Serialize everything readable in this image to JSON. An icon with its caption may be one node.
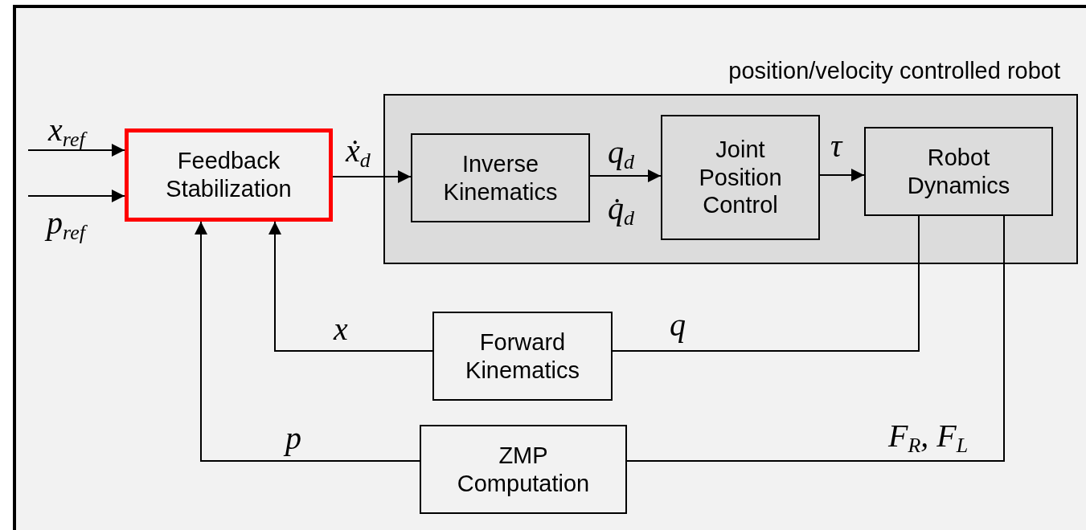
{
  "diagram": {
    "nodes": [
      {
        "text": [
          "position/velocity controlled robot"
        ]
      },
      {
        "text": [
          "Feedback Stabilization"
        ]
      },
      {
        "text": [
          "Inverse Kinematics"
        ],
        "in": 0
      },
      {
        "text": [
          "Joint Position Control"
        ],
        "in": 0
      },
      {
        "text": [
          "Robot Dynamics"
        ],
        "in": 0
      },
      {
        "text": [
          "Forward Kinematics"
        ]
      },
      {
        "text": [
          "ZMP Computation"
        ]
      }
    ],
    "edges": [
      {
        "from": null,
        "to": 1,
        "arrow": "to",
        "label": "x$_{ref}$"
      },
      {
        "from": null,
        "to": 1,
        "arrow": "to",
        "label": "p$_{ref}$"
      },
      {
        "from": 1,
        "to": 2,
        "arrow": "to",
        "label": "ẋ$_{d}$"
      },
      {
        "from": 2,
        "to": 3,
        "arrow": "to",
        "label": "q$_{d}$"
      },
      {
        "from": 3,
        "to": 4,
        "arrow": "to",
        "label": "τ"
      },
      {
        "from": 4,
        "to": 5,
        "arrow": "none",
        "label": "q"
      },
      {
        "from": 5,
        "to": 1,
        "arrow": "to",
        "label": "x"
      },
      {
        "from": 4,
        "to": 6,
        "arrow": "none",
        "label": "F$_{R}$, F$_{L}$"
      },
      {
        "from": 6,
        "to": 1,
        "arrow": "to",
        "label": "p"
      }
    ],
    "labels": [
      "q̇$_{d}$"
    ]
  }
}
